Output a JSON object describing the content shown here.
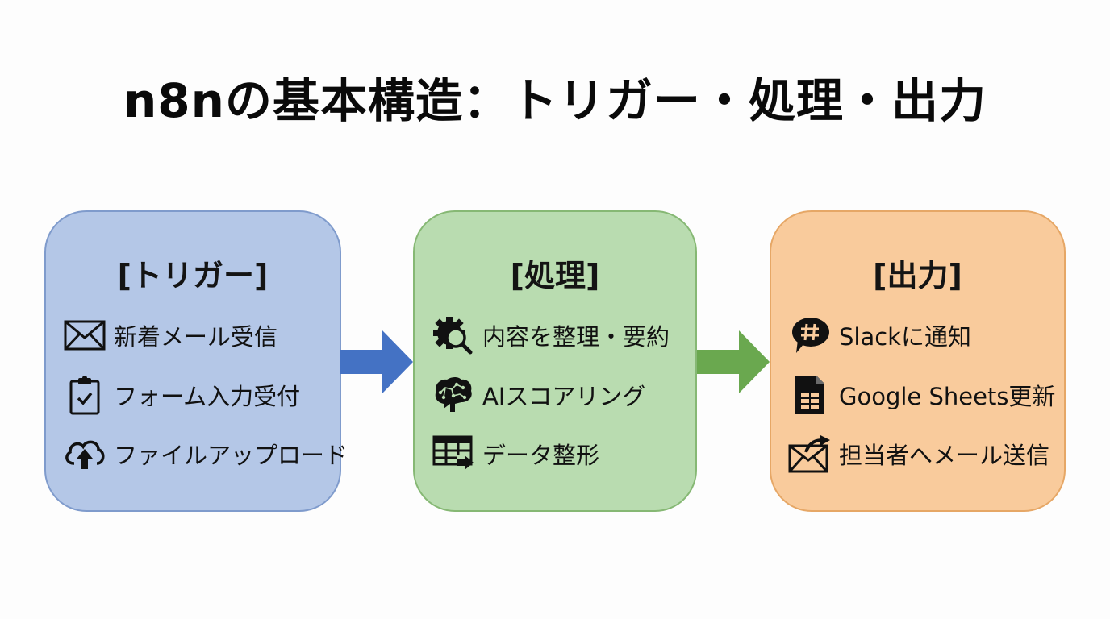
{
  "title": "n8nの基本構造：トリガー・処理・出力",
  "colors": {
    "trigger_fill": "#b4c7e7",
    "process_fill": "#b9dcb0",
    "output_fill": "#f9cb9c",
    "arrow_blue": "#4472c4",
    "arrow_green": "#6aa84f"
  },
  "stages": [
    {
      "title": "[トリガー]",
      "items": [
        {
          "icon": "envelope-icon",
          "label": "新着メール受信"
        },
        {
          "icon": "clipboard-check-icon",
          "label": "フォーム入力受付"
        },
        {
          "icon": "cloud-upload-icon",
          "label": "ファイルアップロード"
        }
      ]
    },
    {
      "title": "[処理]",
      "items": [
        {
          "icon": "gear-search-icon",
          "label": "内容を整理・要約"
        },
        {
          "icon": "ai-brain-icon",
          "label": "AIスコアリング"
        },
        {
          "icon": "table-transform-icon",
          "label": "データ整形"
        }
      ]
    },
    {
      "title": "[出力]",
      "items": [
        {
          "icon": "slack-chat-icon",
          "label": "Slackに通知"
        },
        {
          "icon": "google-sheets-icon",
          "label": "Google Sheets更新"
        },
        {
          "icon": "mail-forward-icon",
          "label": "担当者へメール送信"
        }
      ]
    }
  ]
}
